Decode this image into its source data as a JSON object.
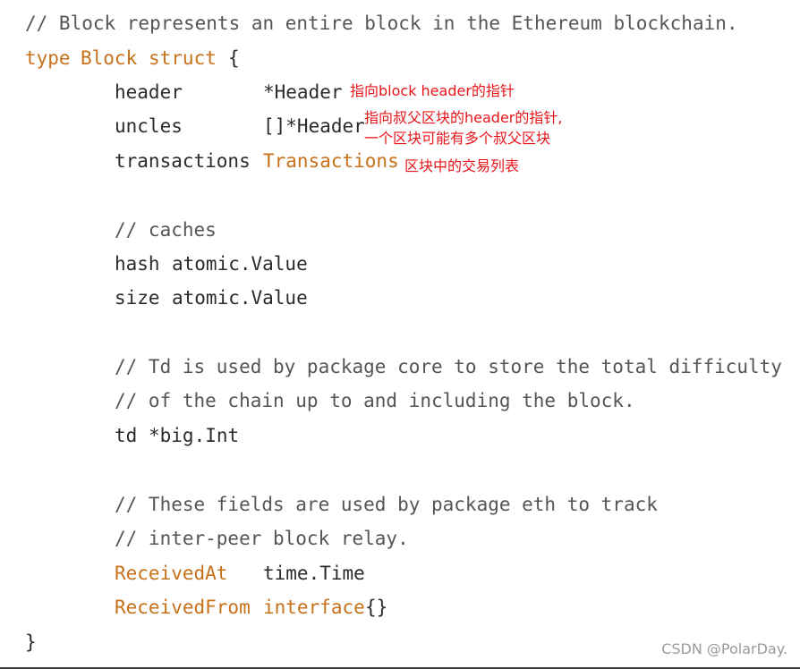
{
  "code": {
    "comment_block": "// Block represents an entire block in the Ethereum blockchain.",
    "kw_type": "type",
    "struct_name": "Block",
    "kw_struct": "struct",
    "open_brace": "{",
    "f_header": "header",
    "t_header": "*Header",
    "f_uncles": "uncles",
    "t_uncles": "[]*Header",
    "f_transactions": "transactions",
    "t_transactions": "Transactions",
    "comment_caches": "// caches",
    "f_hash": "hash",
    "t_hash": "atomic.Value",
    "f_size": "size",
    "t_size": "atomic.Value",
    "comment_td_1": "// Td is used by package core to store the total difficulty",
    "comment_td_2": "// of the chain up to and including the block.",
    "f_td": "td",
    "t_td": "*big.Int",
    "comment_eth_1": "// These fields are used by package eth to track",
    "comment_eth_2": "// inter-peer block relay.",
    "f_received_at": "ReceivedAt",
    "t_received_at": "time.Time",
    "f_received_from": "ReceivedFrom",
    "t_received_from_kw": "interface",
    "t_received_from_braces": "{}",
    "close_brace": "}"
  },
  "annotations": {
    "header_note": "指向block header的指针",
    "uncles_note_1": "指向叔父区块的header的指针,",
    "uncles_note_2": "一个区块可能有多个叔父区块",
    "transactions_note": "区块中的交易列表"
  },
  "watermark": "CSDN @PolarDay.",
  "colors": {
    "keyword": "#c7711a",
    "text": "#2b2b2b",
    "comment": "#555555",
    "annotation": "#e8141a",
    "watermark": "#9a9a9a"
  }
}
